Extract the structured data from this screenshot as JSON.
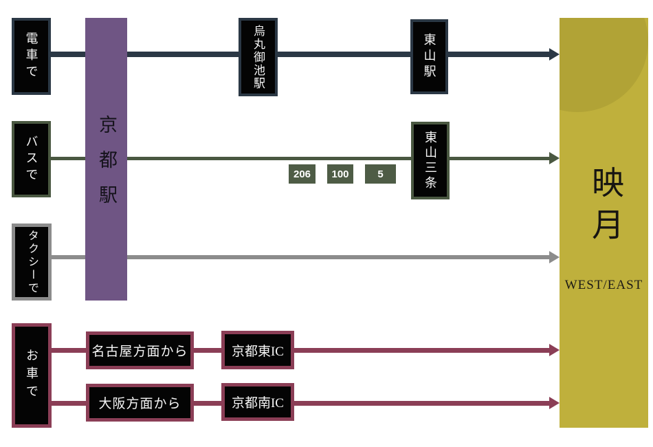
{
  "origin": {
    "label": "京都駅"
  },
  "destination": {
    "name": "映月",
    "subtitle": "WEST/EAST"
  },
  "routes": {
    "train": {
      "mode_label": "電車で",
      "stations": [
        "烏丸御池駅",
        "東山駅"
      ],
      "color": "#2b3845"
    },
    "bus": {
      "mode_label": "バスで",
      "numbers": [
        "206",
        "100",
        "5"
      ],
      "stop": "東山三条",
      "color": "#4a5841"
    },
    "taxi": {
      "mode_label": "タクシーで",
      "color": "#8c8c8c"
    },
    "car": {
      "mode_label": "お車で",
      "branches": [
        {
          "from": "名古屋方面から",
          "ic": "京都東IC"
        },
        {
          "from": "大阪方面から",
          "ic": "京都南IC"
        }
      ],
      "color": "#8b3e56"
    }
  },
  "colors": {
    "origin_box": "#6f5584",
    "destination_panel": "#bfb03c",
    "destination_moon": "#b1a336",
    "label_box_fill": "#040404",
    "label_text": "#f5f5f5"
  }
}
